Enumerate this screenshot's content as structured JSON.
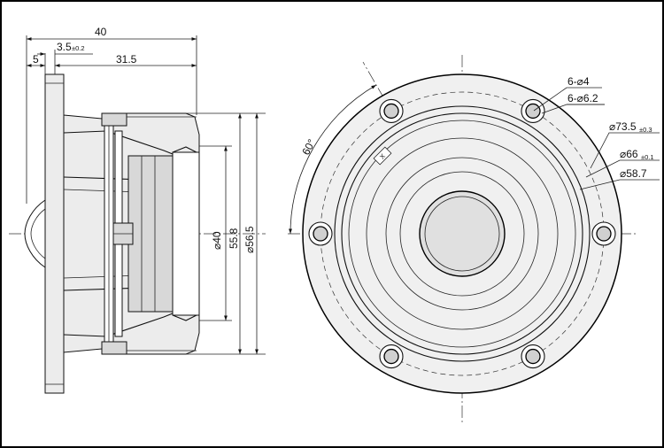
{
  "side_view": {
    "dim_overall_depth": "40",
    "dim_flange_offset": "3.5",
    "dim_flange_offset_tol": "±0.2",
    "dim_front": "5",
    "dim_body_depth": "31.5",
    "dim_dia_magnet": "⌀40",
    "dim_height_558": "55.8",
    "dim_dia_565": "⌀56.5"
  },
  "front_view": {
    "angle_label": "60°",
    "holes_label": "6-⌀4",
    "cbore_label": "6-⌀6.2",
    "dia_735": "⌀73.5",
    "dia_735_tol": "±0.3",
    "dia_66": "⌀66",
    "dia_66_tol": "±0.1",
    "dia_587": "⌀58.7",
    "logo_mark": "X"
  }
}
